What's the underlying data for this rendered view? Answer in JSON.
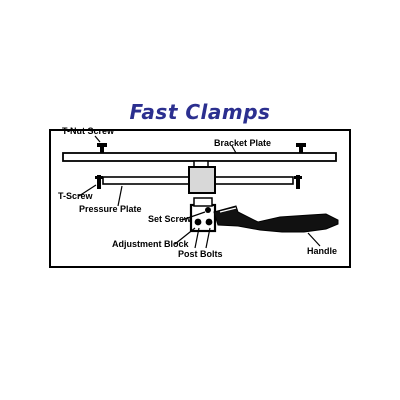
{
  "title": "Fast Clamps",
  "colors": {
    "title": "#2b2f8f",
    "frame": "#000000",
    "part_fill": "#ffffff",
    "block_fill": "#d8d8d8",
    "handle_fill": "#111111"
  },
  "labels": {
    "t_nut_screw": "T-Nut Screw",
    "bracket_plate": "Bracket Plate",
    "t_screw": "T-Screw",
    "pressure_plate": "Pressure Plate",
    "set_screw": "Set Screw",
    "adjustment_block": "Adjustment Block",
    "post_bolts": "Post Bolts",
    "handle": "Handle"
  }
}
